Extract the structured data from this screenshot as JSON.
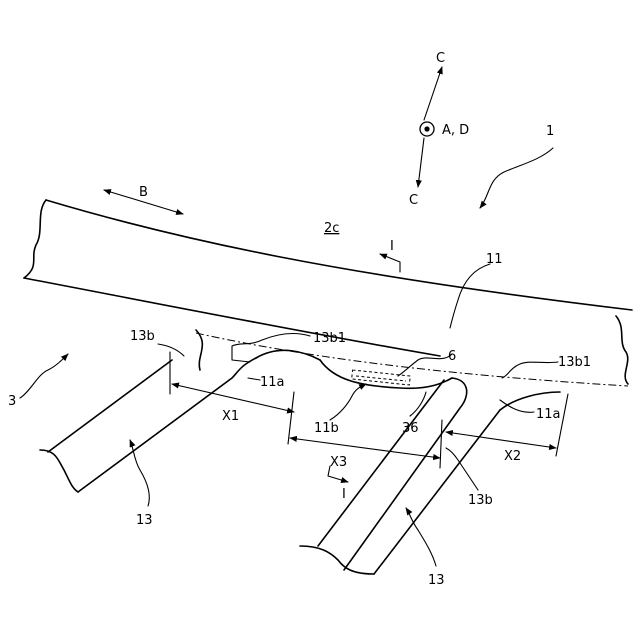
{
  "labels": {
    "c_top": "C",
    "c_bottom": "C",
    "a_d": "A, D",
    "ref_1": "1",
    "b": "B",
    "ref_2c": "2c",
    "section_i_top": "I",
    "ref_11": "11",
    "ref_3": "3",
    "ref_13b_left": "13b",
    "ref_13b1_left": "13b1",
    "ref_6": "6",
    "ref_13b1_right": "13b1",
    "ref_11a_left": "11a",
    "ref_x1": "X1",
    "ref_11b": "11b",
    "ref_36": "36",
    "ref_11a_right": "11a",
    "ref_x3": "X3",
    "ref_x2": "X2",
    "section_i_bottom": "I",
    "ref_13_left": "13",
    "ref_13b_right": "13b",
    "ref_13_right": "13"
  }
}
